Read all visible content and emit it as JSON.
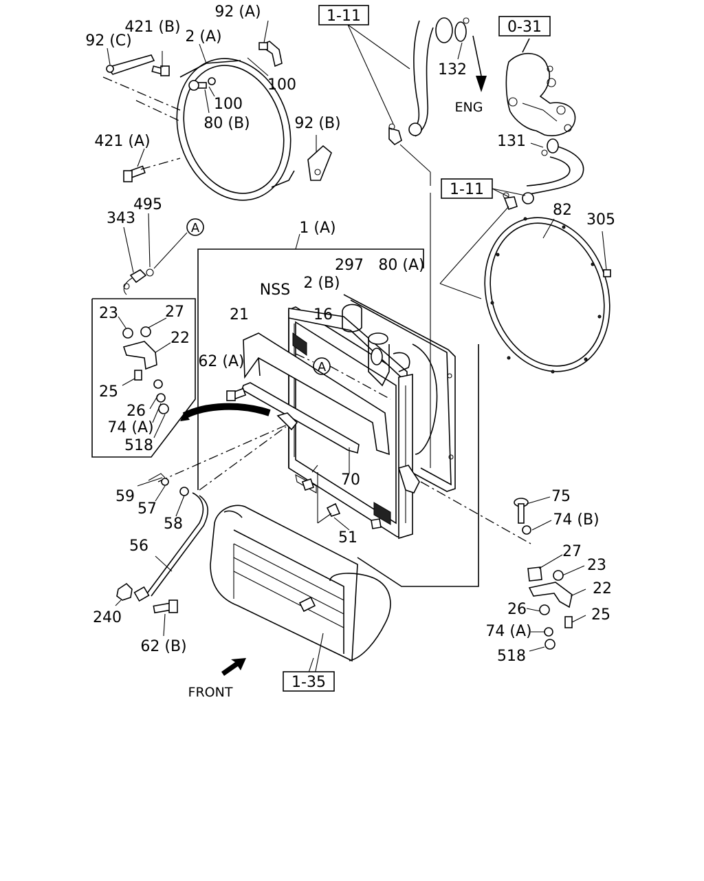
{
  "references": {
    "r1": "1-11",
    "r2": "0-31",
    "r3": "1-11",
    "r4": "1-35"
  },
  "labels": {
    "l92a": "92 (A)",
    "l421b": "421 (B)",
    "l92c": "92 (C)",
    "l2a": "2 (A)",
    "l100a": "100",
    "l100b": "100",
    "l80b": "80 (B)",
    "l92b": "92 (B)",
    "l421a": "421 (A)",
    "l495": "495",
    "l343": "343",
    "lA1": "A",
    "l132": "132",
    "leng": "ENG",
    "l131": "131",
    "l82": "82",
    "l305": "305",
    "l1a": "1 (A)",
    "l297": "297",
    "l80a": "80 (A)",
    "lnss": "NSS",
    "l2b": "2 (B)",
    "l16": "16",
    "l21": "21",
    "l23a": "23",
    "l27a": "27",
    "l22a": "22",
    "l25a": "25",
    "l26a": "26",
    "l74aa": "74 (A)",
    "l518a": "518",
    "l62a": "62 (A)",
    "lA2": "A",
    "l70": "70",
    "l59": "59",
    "l57": "57",
    "l58": "58",
    "l51": "51",
    "l75": "75",
    "l74b": "74 (B)",
    "l56": "56",
    "l27b": "27",
    "l23b": "23",
    "l22b": "22",
    "l26b": "26",
    "l25b": "25",
    "l74ab": "74 (A)",
    "l518b": "518",
    "l240": "240",
    "l62b": "62 (B)",
    "lfront": "FRONT"
  }
}
